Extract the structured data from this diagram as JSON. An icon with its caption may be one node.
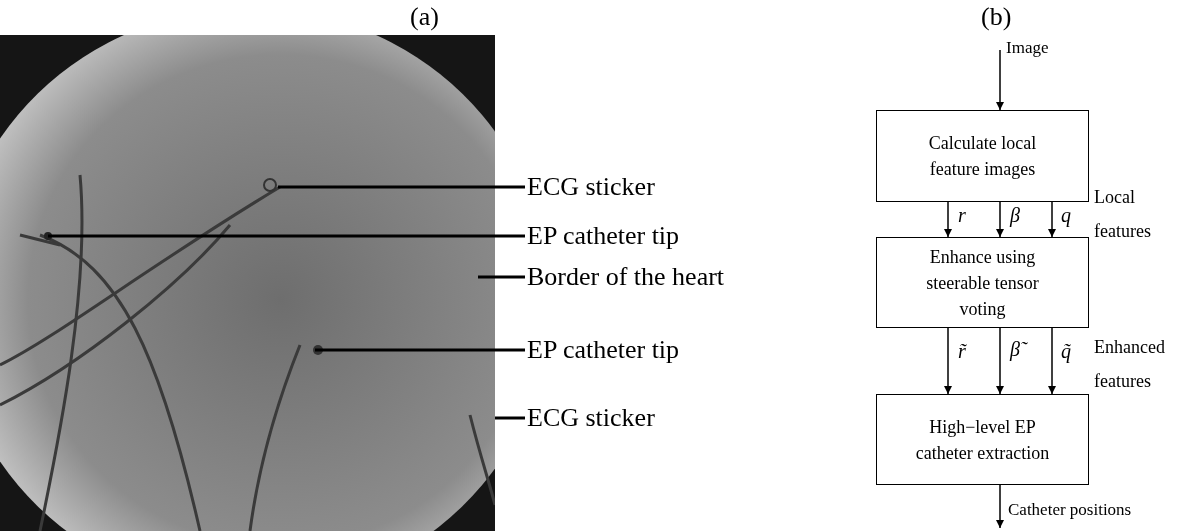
{
  "diagram": {
    "nodes": [
      {
        "text": [
          "ECG sticker"
        ]
      },
      {
        "text": [
          "EP catheter tip"
        ]
      },
      {
        "text": [
          "Border of the heart"
        ]
      },
      {
        "text": [
          "EP catheter tip"
        ]
      },
      {
        "text": [
          "ECG sticker"
        ]
      },
      {
        "text": [
          "Calculate local feature images"
        ]
      },
      {
        "text": [
          "Enhance using steerable tensor voting"
        ]
      },
      {
        "text": [
          "High−level EP catheter extraction"
        ]
      }
    ],
    "edges": [
      {
        "from": 0,
        "to": null,
        "arrow": "none"
      },
      {
        "from": 1,
        "to": null,
        "arrow": "none"
      },
      {
        "from": 2,
        "to": null,
        "arrow": "none"
      },
      {
        "from": 3,
        "to": null,
        "arrow": "none"
      },
      {
        "from": 4,
        "to": null,
        "arrow": "none"
      },
      {
        "from": null,
        "to": 5,
        "arrow": "to",
        "label": "Image"
      },
      {
        "from": 5,
        "to": 6,
        "arrow": "to",
        "label": "r"
      },
      {
        "from": 5,
        "to": 6,
        "arrow": "to",
        "label": "β"
      },
      {
        "from": 5,
        "to": 6,
        "arrow": "to",
        "label": "q"
      },
      {
        "from": 6,
        "to": 7,
        "arrow": "to",
        "label": "r̃"
      },
      {
        "from": 6,
        "to": 7,
        "arrow": "to",
        "label": "β̃"
      },
      {
        "from": 6,
        "to": 7,
        "arrow": "to",
        "label": "q̃"
      },
      {
        "from": 7,
        "to": null,
        "arrow": "to",
        "label": "Catheter positions"
      }
    ],
    "labels": [
      "(a)",
      "(b)",
      "Local features",
      "Enhanced features"
    ]
  }
}
